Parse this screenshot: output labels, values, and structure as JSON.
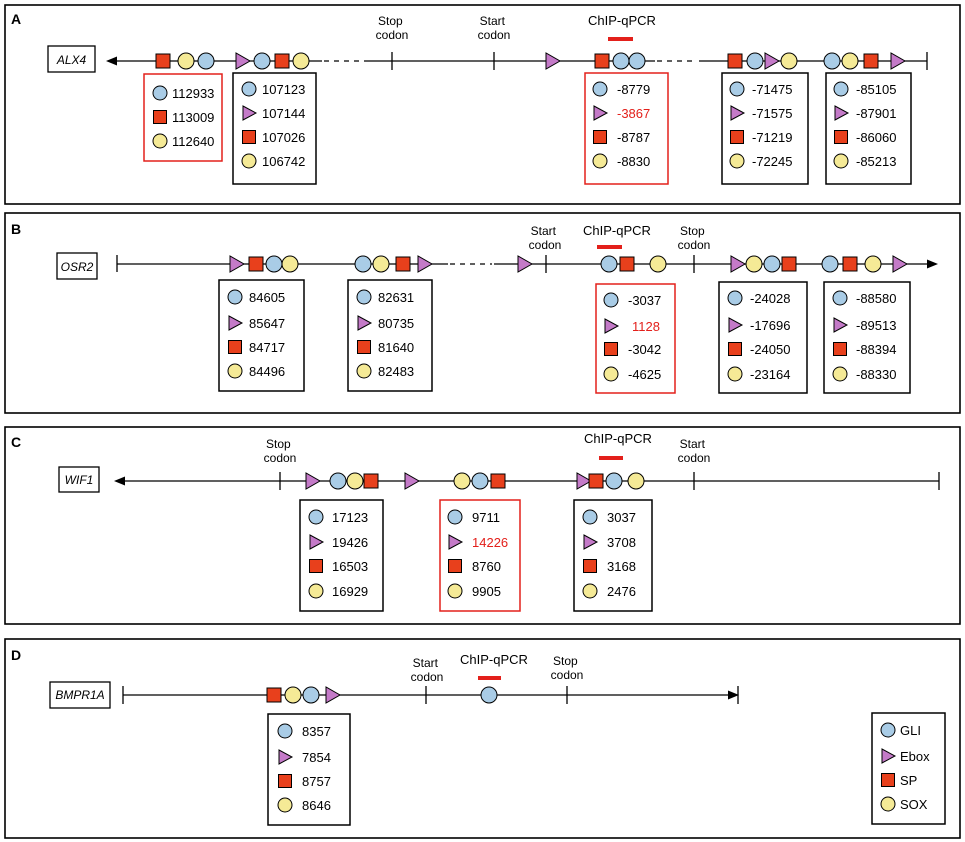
{
  "legend": {
    "items": [
      {
        "shape": "circle",
        "label": "GLI"
      },
      {
        "shape": "triangle",
        "label": "Ebox"
      },
      {
        "shape": "square",
        "label": "SP"
      },
      {
        "shape": "circleY",
        "label": "SOX"
      }
    ]
  },
  "colors": {
    "GLI": "#a9cce6",
    "Ebox": "#c47ac8",
    "SP": "#e8401c",
    "SOX": "#f5ea96",
    "highlight": "#e3201b",
    "line": "#000000"
  },
  "panels": [
    {
      "letter": "A",
      "gene": "ALX4",
      "stop_label": [
        "Stop",
        "codon"
      ],
      "start_label": [
        "Start",
        "codon"
      ],
      "chip_label": "ChIP-qPCR",
      "boxes": [
        {
          "highlight": true,
          "values": [
            {
              "shape": "circle",
              "value": "112933"
            },
            {
              "shape": "square",
              "value": "113009"
            },
            {
              "shape": "circleY",
              "value": "112640"
            }
          ]
        },
        {
          "highlight": false,
          "values": [
            {
              "shape": "circle",
              "value": "107123"
            },
            {
              "shape": "triangle",
              "value": "107144"
            },
            {
              "shape": "square",
              "value": "107026"
            },
            {
              "shape": "circleY",
              "value": "106742"
            }
          ]
        },
        {
          "highlight": true,
          "values": [
            {
              "shape": "circle",
              "value": "-8779"
            },
            {
              "shape": "triangle",
              "value": "-3867",
              "red": true
            },
            {
              "shape": "square",
              "value": "-8787"
            },
            {
              "shape": "circleY",
              "value": "-8830"
            }
          ]
        },
        {
          "highlight": false,
          "values": [
            {
              "shape": "circle",
              "value": "-71475"
            },
            {
              "shape": "triangle",
              "value": "-71575"
            },
            {
              "shape": "square",
              "value": "-71219"
            },
            {
              "shape": "circleY",
              "value": "-72245"
            }
          ]
        },
        {
          "highlight": false,
          "values": [
            {
              "shape": "circle",
              "value": "-85105"
            },
            {
              "shape": "triangle",
              "value": "-87901"
            },
            {
              "shape": "square",
              "value": "-86060"
            },
            {
              "shape": "circleY",
              "value": "-85213"
            }
          ]
        }
      ]
    },
    {
      "letter": "B",
      "gene": "OSR2",
      "start_label": [
        "Start",
        "codon"
      ],
      "stop_label": [
        "Stop",
        "codon"
      ],
      "chip_label": "ChIP-qPCR",
      "boxes": [
        {
          "highlight": false,
          "values": [
            {
              "shape": "circle",
              "value": "84605"
            },
            {
              "shape": "triangle",
              "value": "85647"
            },
            {
              "shape": "square",
              "value": "84717"
            },
            {
              "shape": "circleY",
              "value": "84496"
            }
          ]
        },
        {
          "highlight": false,
          "values": [
            {
              "shape": "circle",
              "value": "82631"
            },
            {
              "shape": "triangle",
              "value": "80735"
            },
            {
              "shape": "square",
              "value": "81640"
            },
            {
              "shape": "circleY",
              "value": "82483"
            }
          ]
        },
        {
          "highlight": true,
          "values": [
            {
              "shape": "circle",
              "value": "-3037"
            },
            {
              "shape": "triangle",
              "value": "1128",
              "red": true
            },
            {
              "shape": "square",
              "value": "-3042"
            },
            {
              "shape": "circleY",
              "value": "-4625"
            }
          ]
        },
        {
          "highlight": false,
          "values": [
            {
              "shape": "circle",
              "value": "-24028"
            },
            {
              "shape": "triangle",
              "value": "-17696"
            },
            {
              "shape": "square",
              "value": "-24050"
            },
            {
              "shape": "circleY",
              "value": "-23164"
            }
          ]
        },
        {
          "highlight": false,
          "values": [
            {
              "shape": "circle",
              "value": "-88580"
            },
            {
              "shape": "triangle",
              "value": "-89513"
            },
            {
              "shape": "square",
              "value": "-88394"
            },
            {
              "shape": "circleY",
              "value": "-88330"
            }
          ]
        }
      ]
    },
    {
      "letter": "C",
      "gene": "WIF1",
      "stop_label": [
        "Stop",
        "codon"
      ],
      "start_label": [
        "Start",
        "codon"
      ],
      "chip_label": "ChIP-qPCR",
      "boxes": [
        {
          "highlight": false,
          "values": [
            {
              "shape": "circle",
              "value": "17123"
            },
            {
              "shape": "triangle",
              "value": "19426"
            },
            {
              "shape": "square",
              "value": "16503"
            },
            {
              "shape": "circleY",
              "value": "16929"
            }
          ]
        },
        {
          "highlight": true,
          "values": [
            {
              "shape": "circle",
              "value": "9711"
            },
            {
              "shape": "triangle",
              "value": "14226",
              "red": true
            },
            {
              "shape": "square",
              "value": "8760"
            },
            {
              "shape": "circleY",
              "value": "9905"
            }
          ]
        },
        {
          "highlight": false,
          "values": [
            {
              "shape": "circle",
              "value": "3037"
            },
            {
              "shape": "triangle",
              "value": "3708"
            },
            {
              "shape": "square",
              "value": "3168"
            },
            {
              "shape": "circleY",
              "value": "2476"
            }
          ]
        }
      ]
    },
    {
      "letter": "D",
      "gene": "BMPR1A",
      "start_label": [
        "Start",
        "codon"
      ],
      "stop_label": [
        "Stop",
        "codon"
      ],
      "chip_label": "ChIP-qPCR",
      "boxes": [
        {
          "highlight": false,
          "values": [
            {
              "shape": "circle",
              "value": "8357"
            },
            {
              "shape": "triangle",
              "value": "7854"
            },
            {
              "shape": "square",
              "value": "8757"
            },
            {
              "shape": "circleY",
              "value": "8646"
            }
          ]
        }
      ]
    }
  ]
}
